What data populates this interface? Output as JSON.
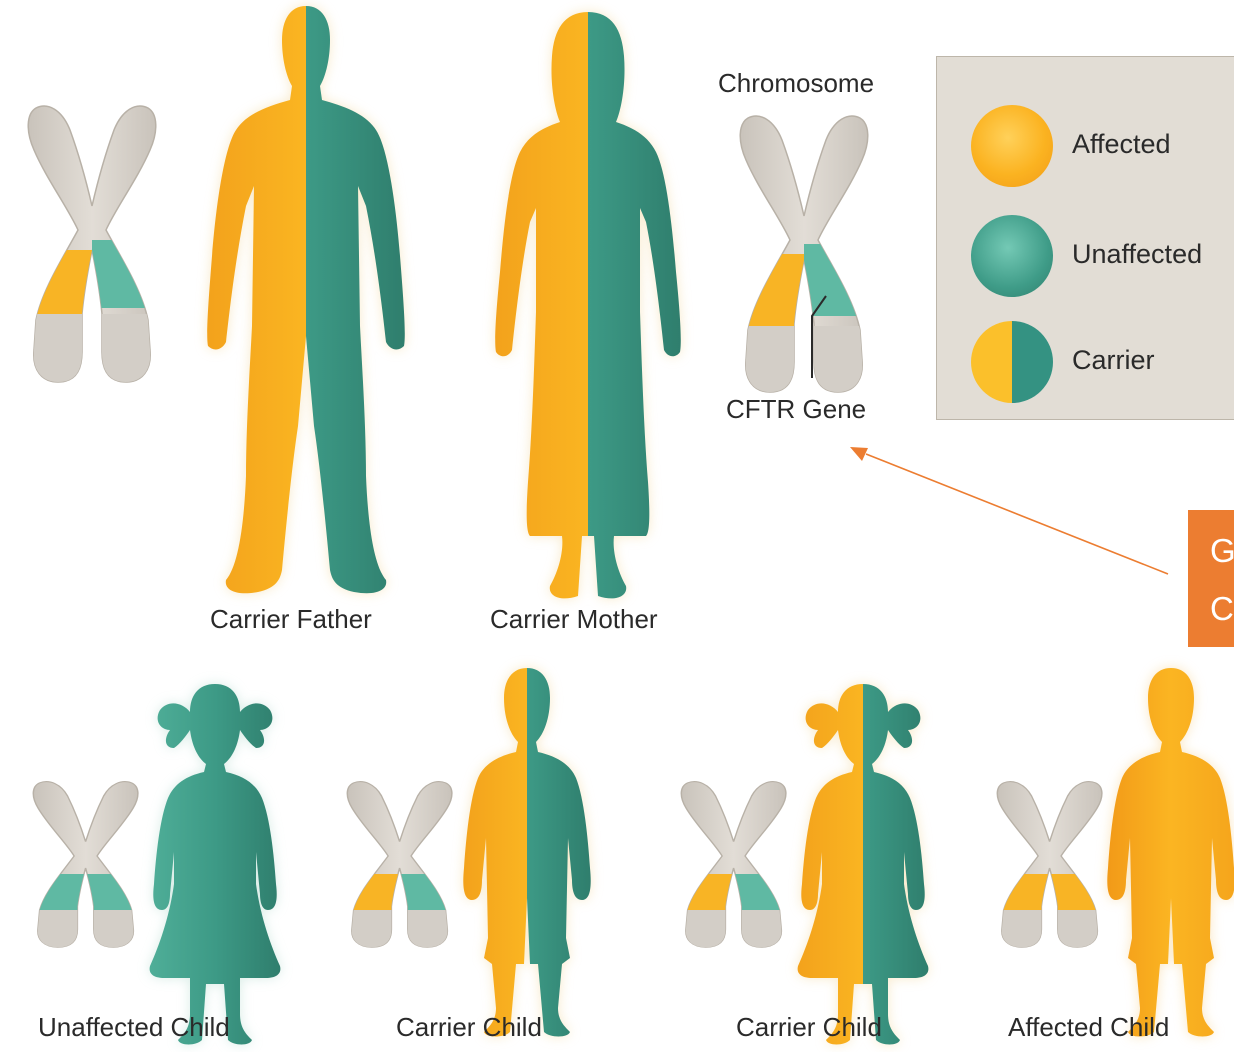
{
  "labels": {
    "father": "Carrier Father",
    "mother": "Carrier Mother",
    "chromosome": "Chromosome",
    "gene": "CFTR Gene",
    "child1": "Unaffected Child",
    "child2": "Carrier Child",
    "child3": "Carrier Child",
    "child4": "Affected Child"
  },
  "legend": {
    "affected": "Affected",
    "unaffected": "Unaffected",
    "carrier": "Carrier"
  },
  "callout": {
    "line1": "G",
    "line2": "C"
  },
  "colors": {
    "affected": "#fbb321",
    "unaffected": "#3f9c88",
    "chromosome": "#d9d4cd",
    "callout": "#ec7d31"
  }
}
